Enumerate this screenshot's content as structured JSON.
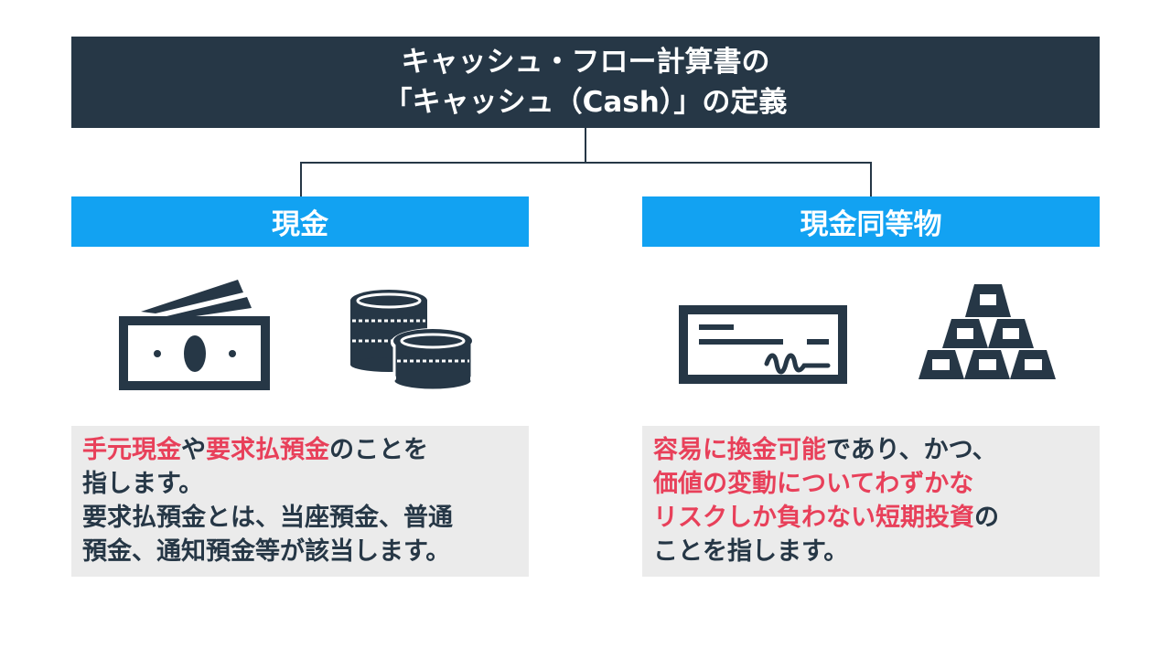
{
  "title": {
    "line1": "キャッシュ・フロー計算書の",
    "line2": "「キャッシュ（Cash）」の定義"
  },
  "left": {
    "heading": "現金",
    "icons": [
      "banknote-icon",
      "coins-icon"
    ],
    "desc": {
      "p1_hl1": "手元現金",
      "p1_t1": "や",
      "p1_hl2": "要求払預金",
      "p1_t2": "のことを",
      "p1_line2": "指します。",
      "p2_line1": "要求払預金とは、当座預金、普通",
      "p2_line2": "預金、通知預金等が該当します。"
    }
  },
  "right": {
    "heading": "現金同等物",
    "icons": [
      "check-icon",
      "gold-bars-icon"
    ],
    "desc": {
      "l1_hl": "容易に換金可能",
      "l1_t": "であり、かつ、",
      "l2_hl": "価値の変動についてわずかな",
      "l3_hl": "リスクしか負わない短期投資",
      "l3_t": "の",
      "l4": "ことを指します。"
    }
  },
  "colors": {
    "title_bg": "#263746",
    "heading_bg": "#12a2f2",
    "highlight": "#e8405a",
    "icon": "#263746",
    "desc_bg": "#ebebeb"
  }
}
